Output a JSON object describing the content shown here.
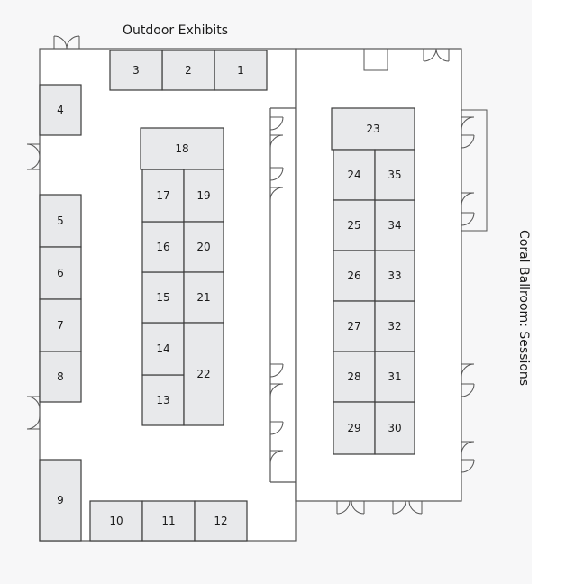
{
  "outdoor_label": "Outdoor Exhibits",
  "ballroom_label": "Coral Ballroom: Sessions",
  "colors": {
    "background": "#f7f7f8",
    "booth_fill": "#e8e9eb",
    "booth_stroke": "#3a3a3a",
    "wall": "#555555"
  },
  "booths": [
    "1",
    "2",
    "3",
    "4",
    "5",
    "6",
    "7",
    "8",
    "9",
    "10",
    "11",
    "12",
    "13",
    "14",
    "15",
    "16",
    "17",
    "18",
    "19",
    "20",
    "21",
    "22",
    "23",
    "24",
    "25",
    "26",
    "27",
    "28",
    "29",
    "30",
    "31",
    "32",
    "33",
    "34",
    "35"
  ]
}
